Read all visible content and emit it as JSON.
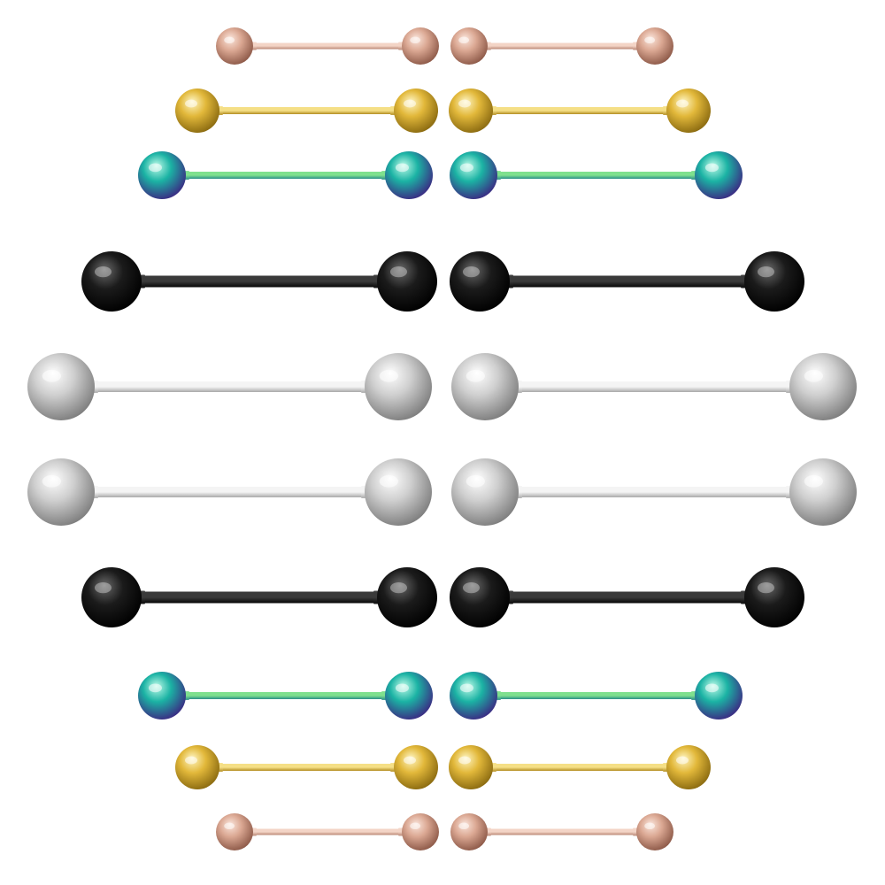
{
  "background_color": "#ffffff",
  "finishes": {
    "rose-gold": {
      "ball_light": "#fbe6dc",
      "ball_mid": "#dba893",
      "ball_dark": "#8c5847",
      "bar_light": "#f3d4c6",
      "bar_dark": "#b88471"
    },
    "gold": {
      "ball_light": "#fff6c4",
      "ball_mid": "#e2b83a",
      "ball_dark": "#8a6a10",
      "bar_light": "#f5df86",
      "bar_dark": "#b48e22"
    },
    "rainbow": {
      "ball_light": "#bdfbe8",
      "ball_mid": "#1bb3a4",
      "ball_dark": "#3b2a83",
      "bar_light": "#7fe08e",
      "bar_dark": "#2a8f8a"
    },
    "black": {
      "ball_light": "#6a6a6a",
      "ball_mid": "#1b1b1b",
      "ball_dark": "#000000",
      "bar_light": "#3a3a3a",
      "bar_dark": "#050505"
    },
    "silver": {
      "ball_light": "#ffffff",
      "ball_mid": "#cfcfcf",
      "ball_dark": "#7d7d7d",
      "bar_light": "#f4f4f4",
      "bar_dark": "#a9a9a9"
    }
  },
  "rows": [
    {
      "finish": "rose-gold",
      "count": 2
    },
    {
      "finish": "gold",
      "count": 2
    },
    {
      "finish": "rainbow",
      "count": 2
    },
    {
      "finish": "black",
      "count": 2
    },
    {
      "finish": "silver",
      "count": 2
    },
    {
      "finish": "silver",
      "count": 2
    },
    {
      "finish": "black",
      "count": 2
    },
    {
      "finish": "rainbow",
      "count": 2
    },
    {
      "finish": "gold",
      "count": 2
    },
    {
      "finish": "rose-gold",
      "count": 2
    }
  ]
}
